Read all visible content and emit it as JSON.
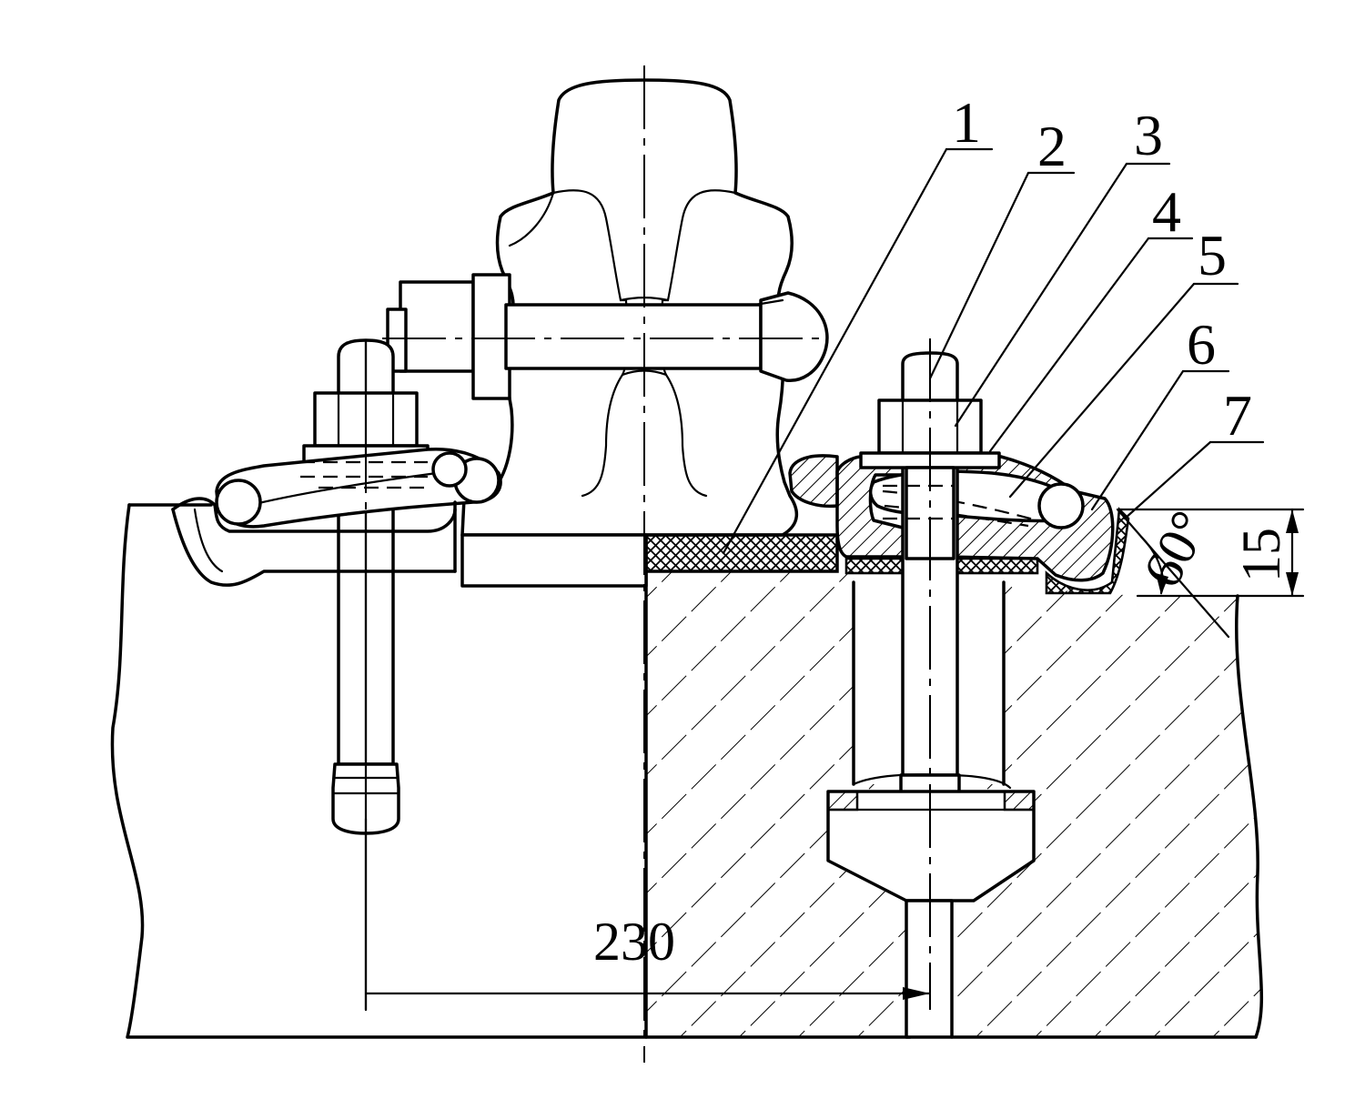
{
  "callouts": [
    "1",
    "2",
    "3",
    "4",
    "5",
    "6",
    "7"
  ],
  "dimensions": {
    "spacing": "230",
    "height": "15",
    "angle": "60°"
  }
}
